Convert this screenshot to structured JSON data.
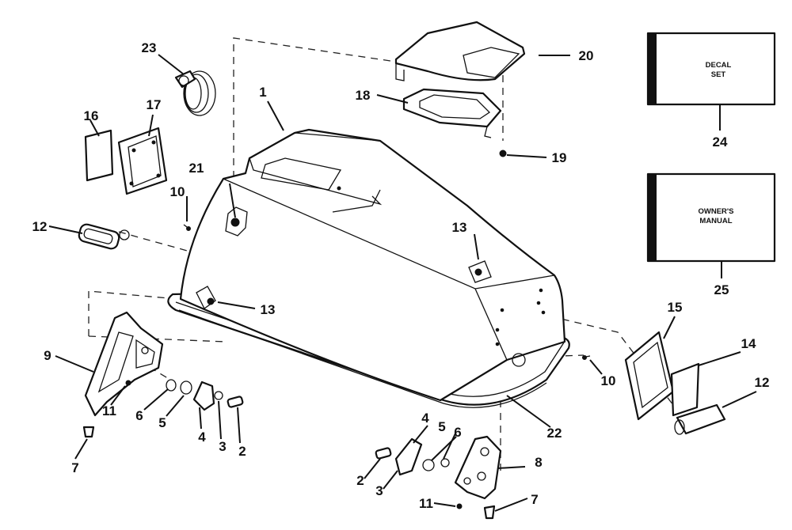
{
  "callouts": {
    "c1": "1",
    "c2a": "2",
    "c2b": "2",
    "c3a": "3",
    "c3b": "3",
    "c4a": "4",
    "c4b": "4",
    "c5a": "5",
    "c5b": "5",
    "c6a": "6",
    "c6b": "6",
    "c7a": "7",
    "c7b": "7",
    "c8": "8",
    "c9": "9",
    "c10a": "10",
    "c10b": "10",
    "c11a": "11",
    "c11b": "11",
    "c12a": "12",
    "c12b": "12",
    "c13a": "13",
    "c13b": "13",
    "c14": "14",
    "c15": "15",
    "c16": "16",
    "c17": "17",
    "c18": "18",
    "c19": "19",
    "c20": "20",
    "c21": "21",
    "c22": "22",
    "c23": "23",
    "c24": "24",
    "c25": "25"
  },
  "boxes": {
    "decal_line1": "DECAL",
    "decal_line2": "SET",
    "manual_line1": "OWNER'S",
    "manual_line2": "MANUAL"
  }
}
